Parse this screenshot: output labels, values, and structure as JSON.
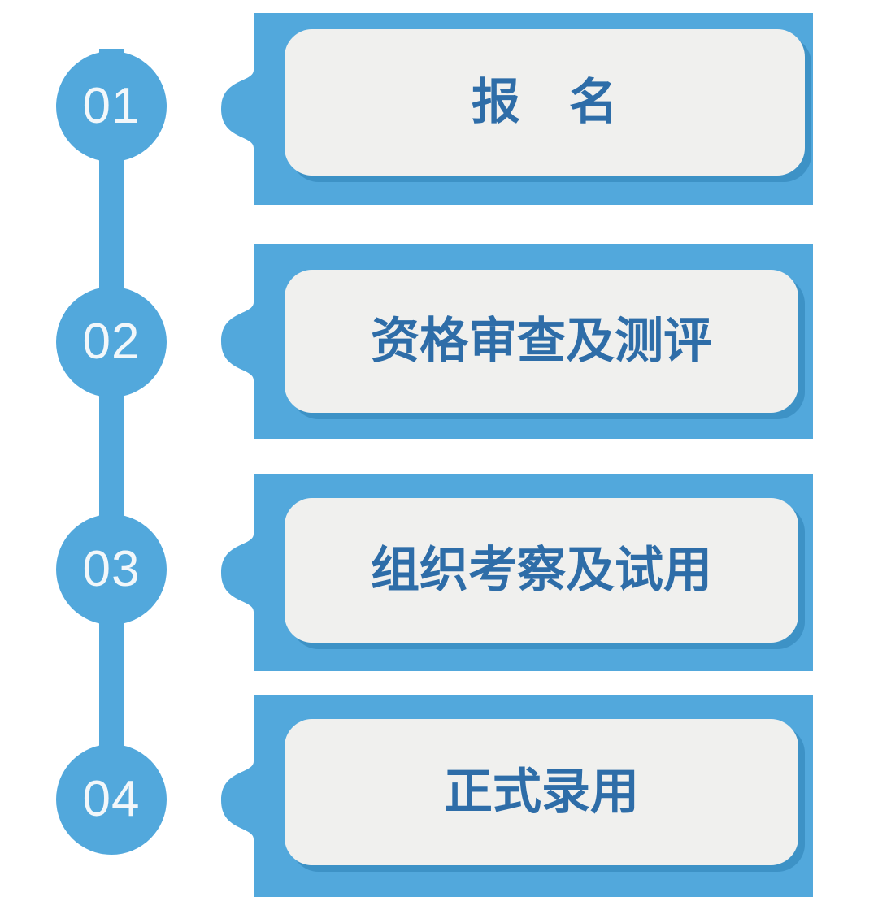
{
  "diagram": {
    "type": "vertical-process-flow",
    "orientation": "vertical",
    "step_count": 4,
    "colors": {
      "accent_blue": "#52A8DC",
      "card_background": "#F0F0EE",
      "label_text": "#2E6DA8",
      "number_text": "#F2F7FA",
      "card_shadow": "#2B7FB5",
      "page_background": "#FFFFFF"
    },
    "steps": [
      {
        "number": "01",
        "label": "报　名"
      },
      {
        "number": "02",
        "label": "资格审查及测评"
      },
      {
        "number": "03",
        "label": "组织考察及试用"
      },
      {
        "number": "04",
        "label": "正式录用"
      }
    ]
  }
}
